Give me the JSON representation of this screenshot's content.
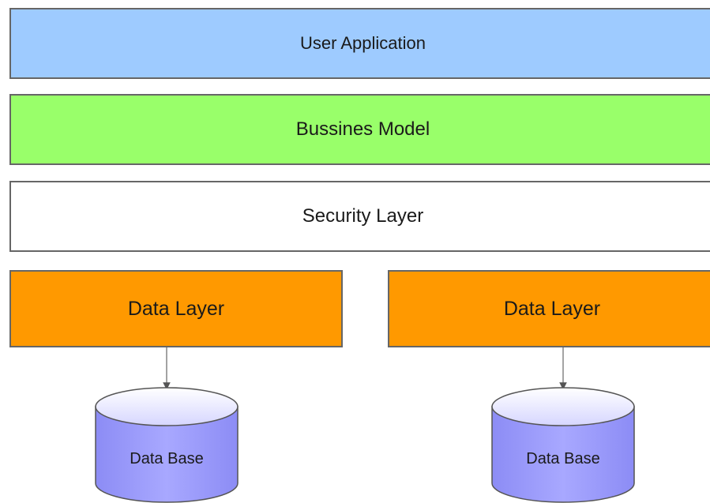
{
  "colors": {
    "user_application": "#9ecbff",
    "business_model": "#99ff6a",
    "security_layer": "#ffffff",
    "data_layer": "#ff9900",
    "database_fill": "#9999ff",
    "border": "#666666"
  },
  "layers": {
    "user_application": "User Application",
    "business_model": "Bussines Model",
    "security_layer": "Security Layer"
  },
  "data_layers": [
    {
      "label": "Data Layer",
      "database": "Data Base"
    },
    {
      "label": "Data Layer",
      "database": "Data Base"
    }
  ]
}
